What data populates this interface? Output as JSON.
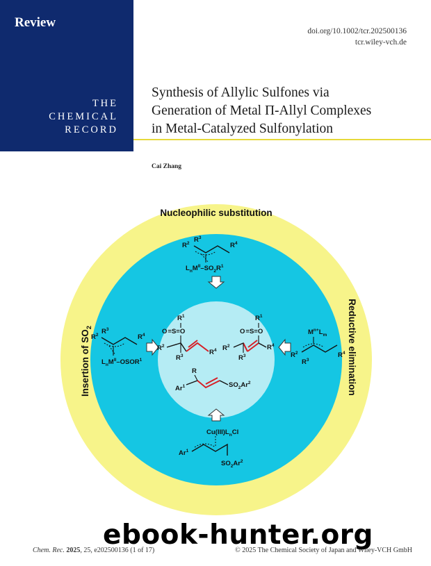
{
  "header": {
    "section_label": "Review",
    "journal_line1": "THE",
    "journal_line2": "CHEMICAL",
    "journal_line3": "RECORD",
    "doi": "doi.org/10.1002/tcr.202500136",
    "site": "tcr.wiley-vch.de"
  },
  "article": {
    "title_line1": "Synthesis of Allylic Sulfones via",
    "title_line2": "Generation of Metal Π-Allyl Complexes",
    "title_line3": "in Metal-Catalyzed Sulfonylation",
    "author": "Cai Zhang"
  },
  "figure": {
    "colors": {
      "outer": "#f7f48a",
      "middle": "#15c6e3",
      "inner": "#b5ecf4",
      "bond": "#d61f26"
    },
    "ring_labels": {
      "top": "Nucleophilic substitution",
      "left": "Insertion of SO",
      "left_sub": "2",
      "right": "Reductive elimination"
    },
    "top_complex": {
      "metal": "L",
      "metal_sub": "n",
      "metal_rest": "M",
      "metal_sup": "II",
      "ligand": "–SO",
      "ligand_sub": "2",
      "ligand_rest": "R",
      "ligand_sup": "1"
    },
    "left_complex": {
      "metal": "L",
      "metal_sub": "n",
      "metal_rest": "M",
      "metal_sup": "II",
      "ligand": "–OSOR",
      "ligand_sup": "1"
    },
    "right_complex": {
      "metal": "M",
      "metal_sup": "n+",
      "ligand": "L",
      "ligand_sub": "m"
    },
    "bottom_complex": {
      "metal": "Cu(III)L",
      "metal_sub": "n",
      "metal_rest": "Cl"
    },
    "labels": {
      "ar": "Ar",
      "so2ar": "SO",
      "r": "R",
      "s": "S",
      "o": "O"
    }
  },
  "footer": {
    "citation_journal": "Chem. Rec.",
    "citation_year": "2025",
    "citation_rest": ", 25, e202500136 (1 of 17)",
    "copyright": "© 2025 The Chemical Society of Japan and Wiley-VCH GmbH"
  },
  "watermark": "ebook-hunter.org"
}
